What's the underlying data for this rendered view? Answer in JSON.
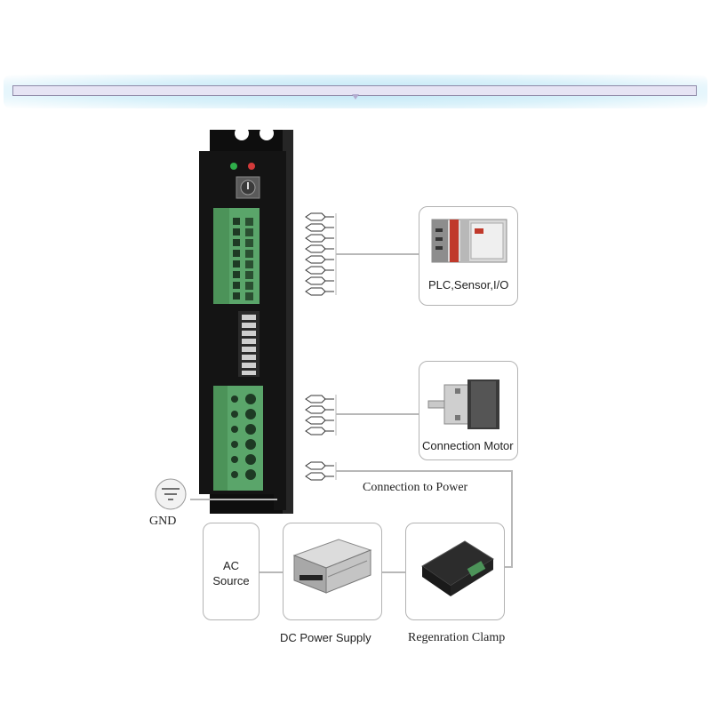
{
  "labels": {
    "plc": "PLC,Sensor,I/O",
    "motor": "Connection Motor",
    "power": "Connection to Power",
    "gnd": "GND",
    "ac_source_line1": "AC",
    "ac_source_line2": "Source",
    "dc_supply": "DC Power Supply",
    "regen_clamp": "Regenration Clamp"
  },
  "colors": {
    "driver_body": "#141414",
    "terminal_green": "#5aa56a",
    "led_green": "#2fae4a",
    "led_red": "#d33a3a",
    "wire": "#b8b8b8",
    "title_bar": "#e6e4f4"
  }
}
